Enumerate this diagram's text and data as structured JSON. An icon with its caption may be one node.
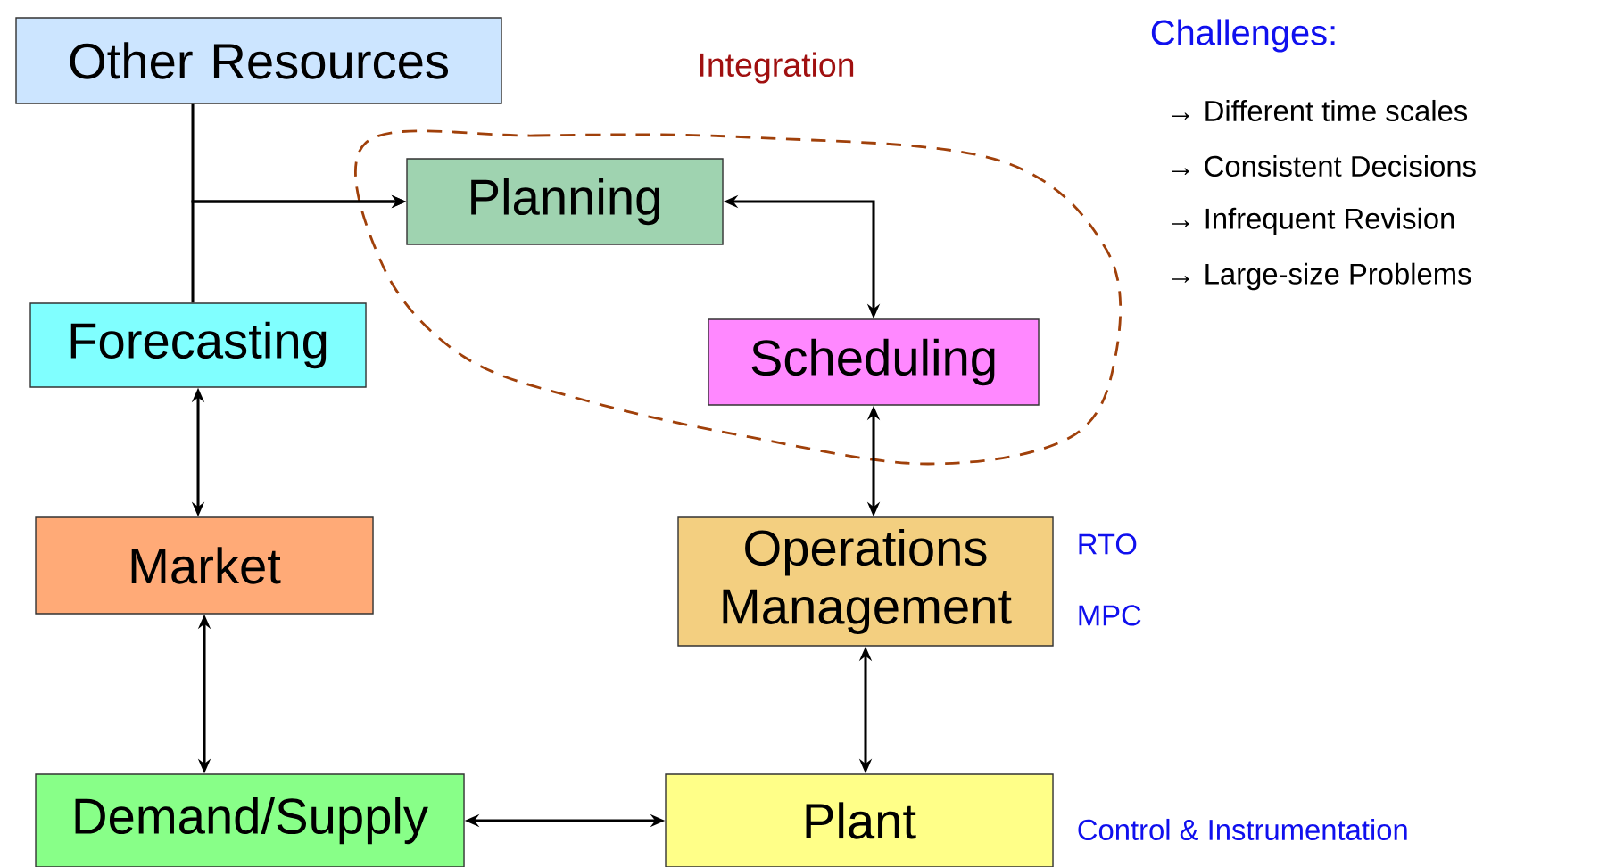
{
  "diagram": {
    "nodes": [
      {
        "text": [
          "Other Resources"
        ]
      },
      {
        "text": [
          "Integration"
        ]
      },
      {
        "text": [
          "Planning"
        ],
        "in": 1
      },
      {
        "text": [
          "Scheduling"
        ],
        "in": 1
      },
      {
        "text": [
          "Forecasting"
        ]
      },
      {
        "text": [
          "Market"
        ]
      },
      {
        "text": [
          "Operations Management"
        ],
        "beside": [
          "RTO",
          "MPC"
        ]
      },
      {
        "text": [
          "Demand/Supply"
        ]
      },
      {
        "text": [
          "Plant"
        ],
        "beside": [
          "Control & Instrumentation"
        ]
      }
    ],
    "edges": [
      {
        "from": 0,
        "to": 2,
        "arrow": "to"
      },
      {
        "from": 4,
        "to": 2,
        "arrow": "to"
      },
      {
        "from": 2,
        "to": 3,
        "arrow": "both"
      },
      {
        "from": 3,
        "to": 6,
        "arrow": "both"
      },
      {
        "from": 4,
        "to": 5,
        "arrow": "both"
      },
      {
        "from": 5,
        "to": 7,
        "arrow": "both"
      },
      {
        "from": 7,
        "to": 8,
        "arrow": "both"
      },
      {
        "from": 6,
        "to": 8,
        "arrow": "both"
      }
    ],
    "labels": [
      "Challenges:",
      "→ Different time scales",
      "→ Consistent Decisions",
      "→ Infrequent Revision",
      "→ Large-size Problems"
    ]
  }
}
